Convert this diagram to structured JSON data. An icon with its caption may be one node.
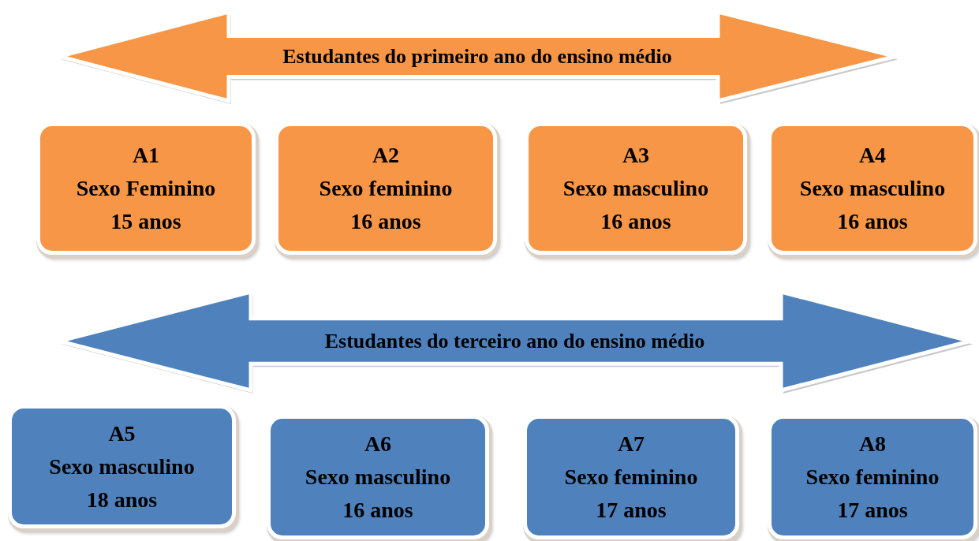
{
  "diagram": {
    "nodes": [
      {
        "text": [
          "Estudantes do primeiro ano do ensino médio"
        ]
      },
      {
        "text": [
          "A1",
          "Sexo Feminino",
          "15 anos"
        ]
      },
      {
        "text": [
          "A2",
          "Sexo feminino",
          "16 anos"
        ]
      },
      {
        "text": [
          "A3",
          "Sexo masculino",
          "16 anos"
        ]
      },
      {
        "text": [
          "A4",
          "Sexo masculino",
          "16 anos"
        ]
      },
      {
        "text": [
          "Estudantes do terceiro ano do ensino médio"
        ]
      },
      {
        "text": [
          "A5",
          "Sexo masculino",
          "18 anos"
        ]
      },
      {
        "text": [
          "A6",
          "Sexo masculino",
          "16 anos"
        ]
      },
      {
        "text": [
          "A7",
          "Sexo feminino",
          "17 anos"
        ]
      },
      {
        "text": [
          "A8",
          "Sexo feminino",
          "17 anos"
        ]
      }
    ],
    "edges": []
  }
}
